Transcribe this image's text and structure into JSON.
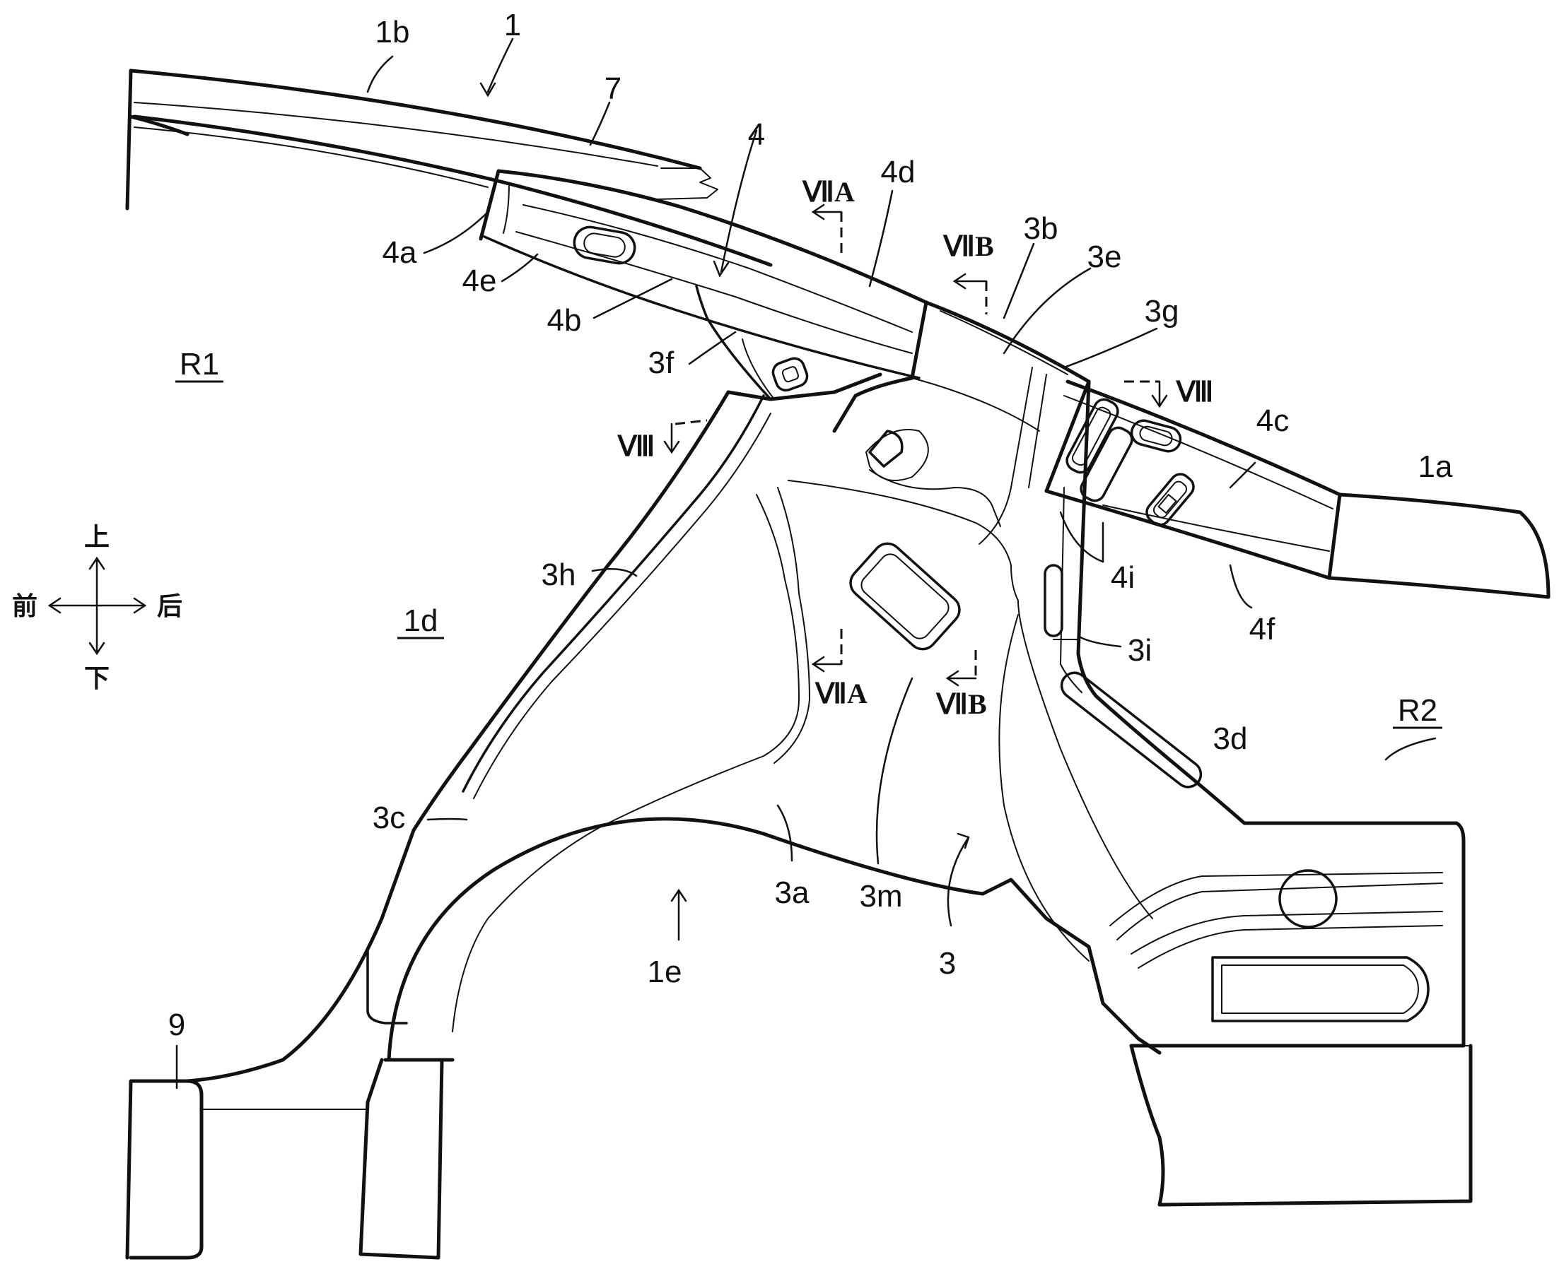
{
  "figure": {
    "colors": {
      "line": "#111111",
      "background": "#ffffff"
    },
    "labels": {
      "l1": "1",
      "l1b": "1b",
      "l7": "7",
      "l4": "4",
      "l4d": "4d",
      "l4a": "4a",
      "l4e": "4e",
      "l4b": "4b",
      "l3f": "3f",
      "l3b": "3b",
      "l3e": "3e",
      "l3g": "3g",
      "l4c": "4c",
      "l1a": "1a",
      "l4i": "4i",
      "l4f": "4f",
      "l3i": "3i",
      "l3h": "3h",
      "l1d": "1d",
      "l3d": "3d",
      "l3c": "3c",
      "l3a": "3a",
      "l3m": "3m",
      "l3": "3",
      "l1e": "1e",
      "l9": "9",
      "lR1": "R1",
      "lR2": "R2"
    },
    "sections": {
      "viia_top": "ⅦA",
      "viib_top": "ⅦB",
      "viii_right": "Ⅷ",
      "viii_left": "Ⅷ",
      "viia_bottom": "ⅦA",
      "viib_bottom": "ⅦB"
    },
    "directions": {
      "up": "上",
      "down": "下",
      "front": "前",
      "rear": "后"
    }
  }
}
